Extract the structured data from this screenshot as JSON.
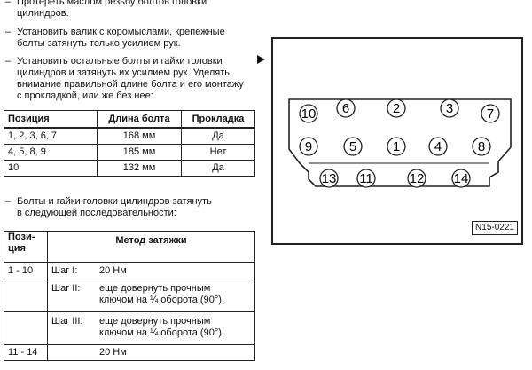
{
  "instructions": [
    {
      "dash": "–",
      "text": "Протереть маслом резьбу болтов головки\nцилиндров."
    },
    {
      "dash": "–",
      "text": "Установить валик с коромыслами, крепежные\nболты затянуть только усилием рук."
    },
    {
      "dash": "–",
      "text": "Установить остальные болты и гайки головки\nцилиндров и затянуть их усилием рук. Уделять\nвнимание правильной длине болта и его монтажу\nс прокладкой, или же без нее:"
    },
    {
      "dash": "–",
      "text": "Болты и гайки головки цилиндров затянуть\nв следующей последовательности:"
    }
  ],
  "bolt_table": {
    "headers": [
      "Позиция",
      "Длина болта",
      "Прокладка"
    ],
    "rows": [
      [
        "1, 2, 3, 6, 7",
        "168 мм",
        "Да"
      ],
      [
        "4, 5, 8, 9",
        "185 мм",
        "Нет"
      ],
      [
        "10",
        "132 мм",
        "Да"
      ]
    ]
  },
  "tightening_table": {
    "header_pos_line1": "Пози-",
    "header_pos_line2": "ция",
    "header_method": "Метод затяжки",
    "rows": [
      {
        "pos": "1 - 10",
        "step": "Шаг I:",
        "value_line1": "20 Нм",
        "value_line2": ""
      },
      {
        "pos": "",
        "step": "Шаг II:",
        "value_line1": "еще довернуть прочным",
        "value_line2": "ключом на ¼ оборота (90°)."
      },
      {
        "pos": "",
        "step": "Шаг III:",
        "value_line1": "еще довернуть прочным",
        "value_line2": "ключом на ¼ оборота (90°)."
      },
      {
        "pos": "11 - 14",
        "step": "",
        "value_line1": "20 Нм",
        "value_line2": ""
      }
    ]
  },
  "diagram": {
    "bolts_top": [
      "10",
      "6",
      "2",
      "3",
      "7"
    ],
    "bolts_mid": [
      "9",
      "5",
      "1",
      "4",
      "8"
    ],
    "bolts_bottom": [
      "13",
      "11",
      "12",
      "14"
    ],
    "figure_label": "N15-0221"
  }
}
